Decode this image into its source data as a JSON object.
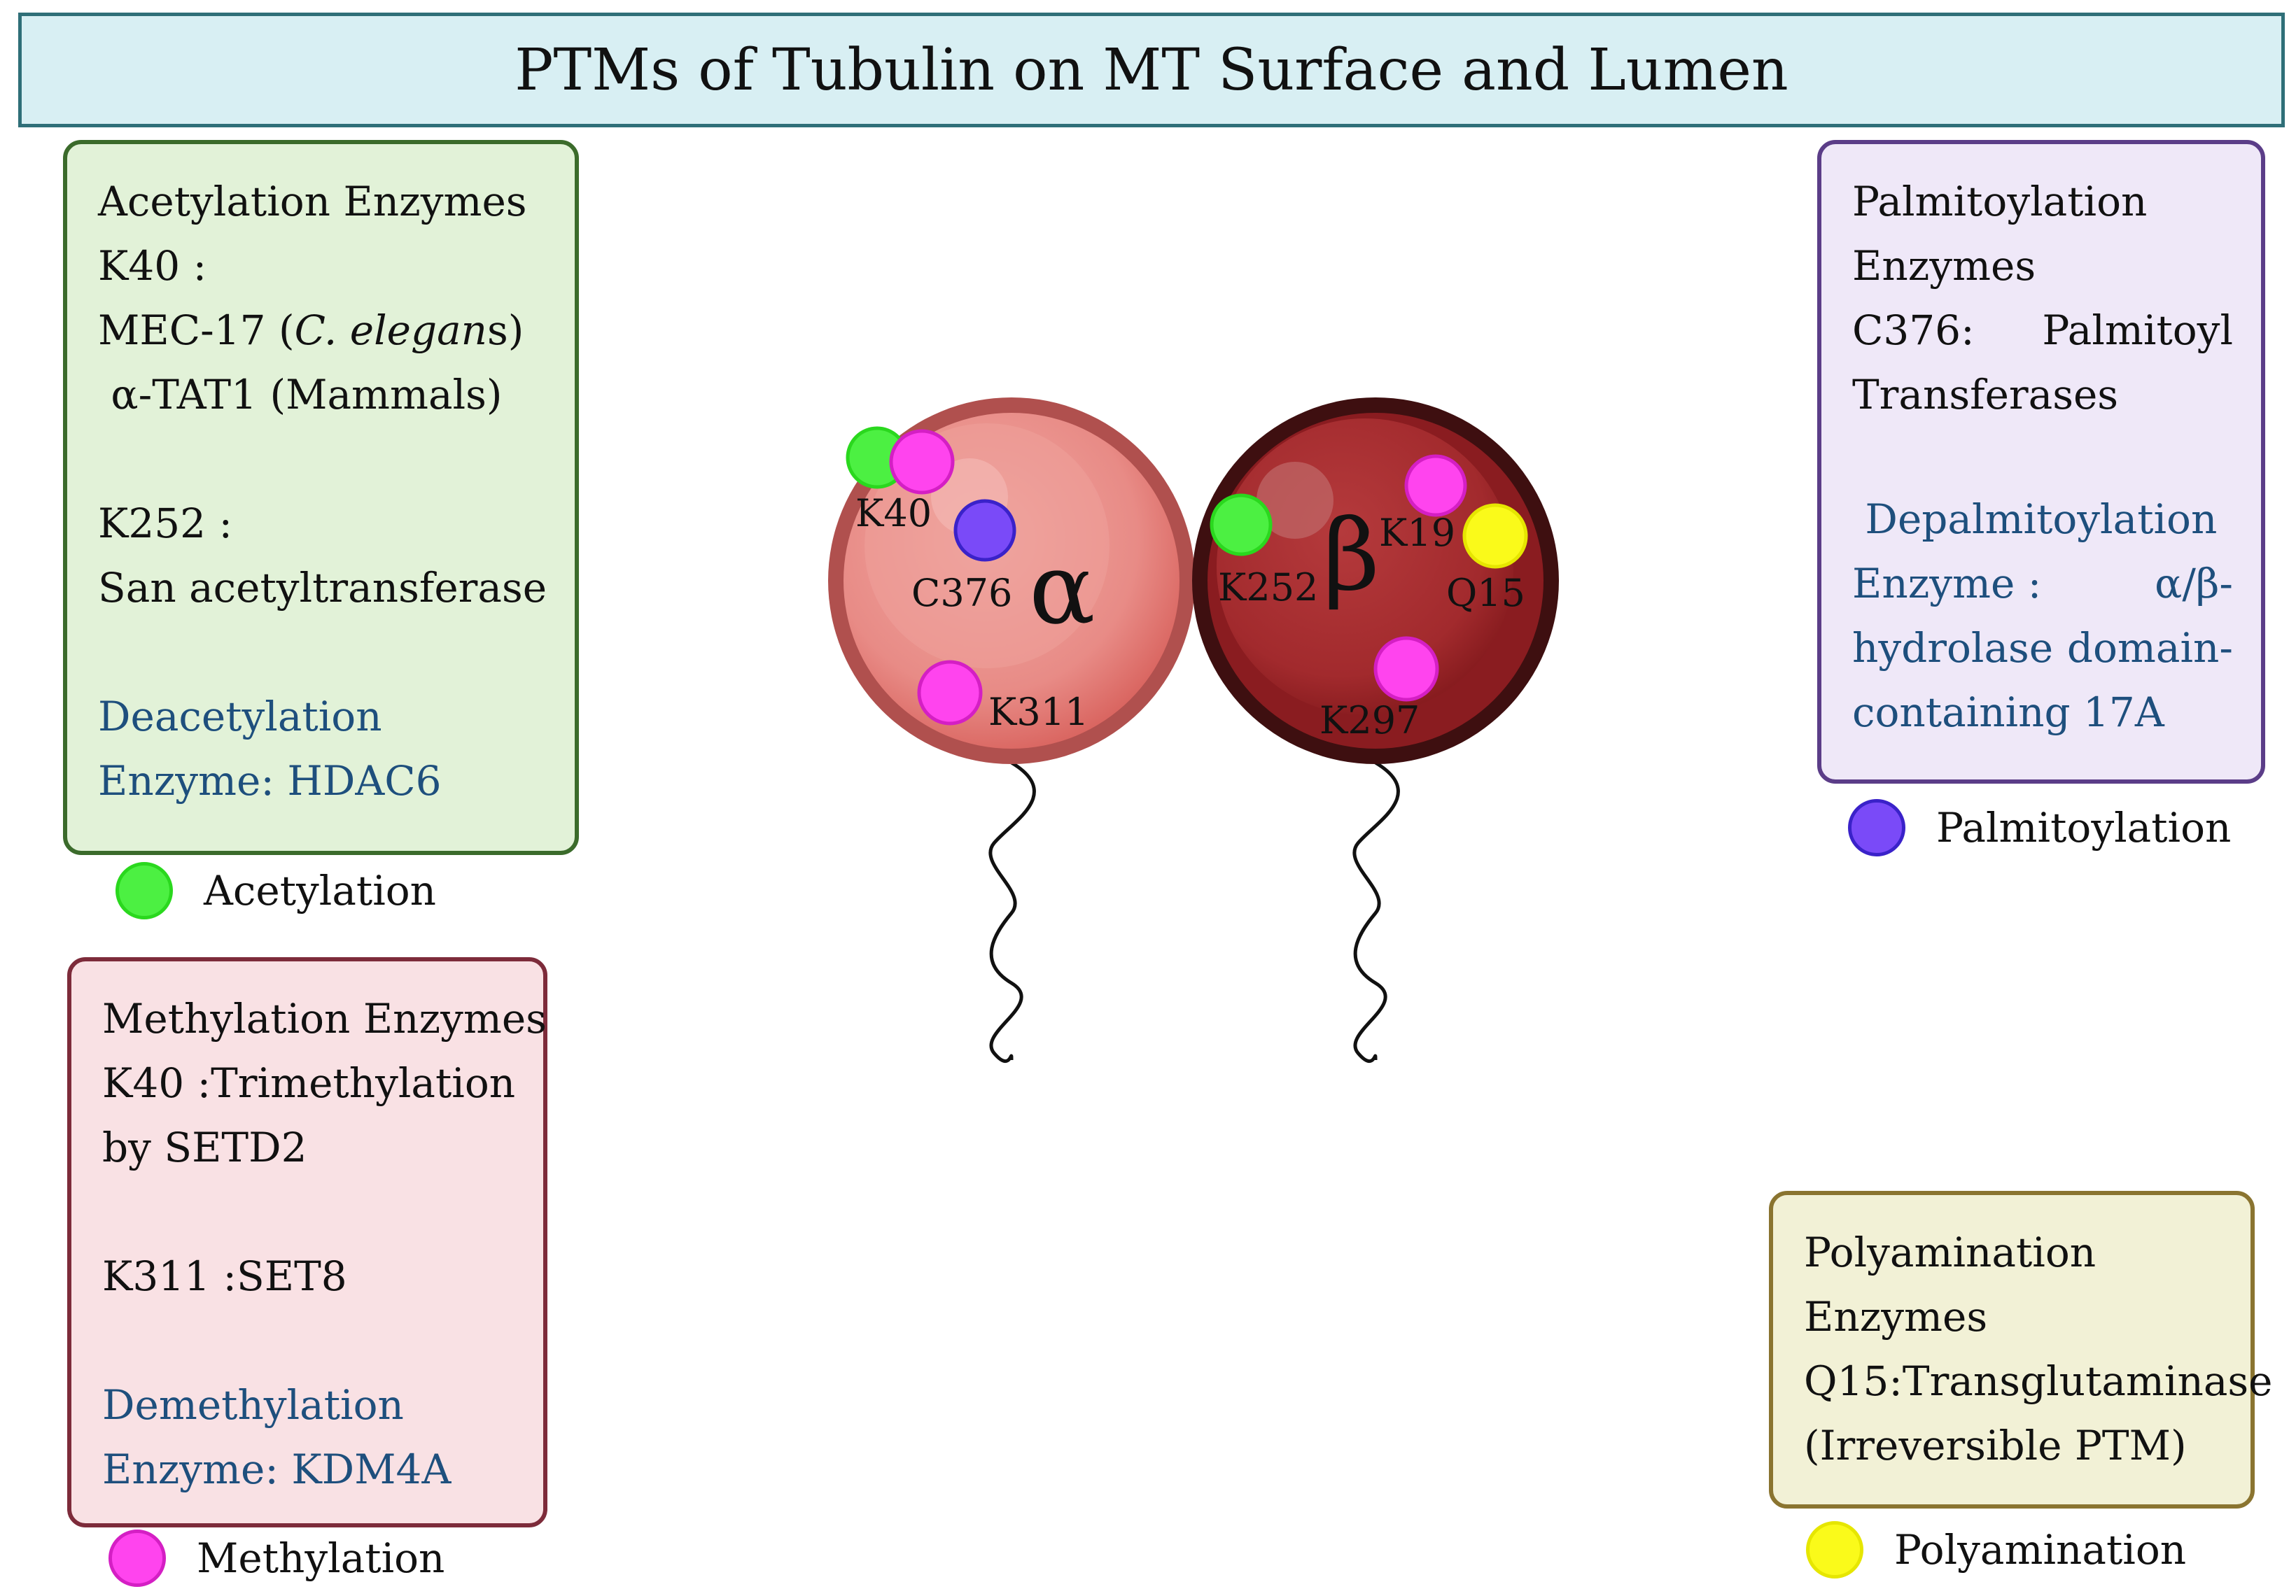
{
  "title": "PTMs of Tubulin on MT Surface and Lumen",
  "acetylation_box": {
    "heading": "Acetylation Enzymes",
    "k40_label": "K40 :",
    "mec17_prefix": "MEC-17 (",
    "mec17_italic": "C. elegan",
    "mec17_suffix": "s)",
    "atat1": " α-TAT1 (Mammals)",
    "k252_label": "K252 :",
    "k252_enzyme": "San acetyltransferase",
    "deacetylation_1": "Deacetylation",
    "deacetylation_2": "Enzyme: HDAC6"
  },
  "methylation_box": {
    "heading": "Methylation Enzymes",
    "k40_a": "K40 :",
    "k40_b": "Trimethylation",
    "k40_c": "by SETD2",
    "k311": "K311 :SET8",
    "demethylation_1": "Demethylation",
    "demethylation_2": "Enzyme: KDM4A"
  },
  "palmitoylation_box": {
    "line1": "Palmitoylation",
    "line2": "Enzymes",
    "line3_a": "C376:",
    "line3_b": "Palmitoyl",
    "line4": "Transferases",
    "depalm_1": " Depalmitoylation",
    "depalm_2_a": "Enzyme :",
    "depalm_2_b": "α/β-",
    "depalm_3_a": "hydrolase",
    "depalm_3_b": "domain-",
    "depalm_4": "containing 17A"
  },
  "polyamination_box": {
    "line1": "Polyamination",
    "line2": "Enzymes",
    "line3": "Q15:Transglutaminase",
    "line4": "(Irreversible PTM)"
  },
  "legend": {
    "acetylation": "Acetylation",
    "methylation": "Methylation",
    "palmitoylation": "Palmitoylation",
    "polyamination": "Polyamination"
  },
  "alpha_tubulin": {
    "symbol": "α",
    "sites": {
      "k40": "K40",
      "c376": "C376",
      "k311": "K311"
    }
  },
  "beta_tubulin": {
    "symbol": "β",
    "sites": {
      "k19": "K19",
      "q15": "Q15",
      "k252": "K252",
      "k297": "K297"
    }
  },
  "colors": {
    "acetylation": "#4cf042",
    "methylation": "#ff44ee",
    "palmitoylation": "#7a4af8",
    "polyamination": "#fafa1a",
    "alpha_outer": "#b0504e",
    "alpha_fill": "#e07570",
    "beta_outer": "#3e0f10",
    "beta_fill": "#a0262a"
  }
}
